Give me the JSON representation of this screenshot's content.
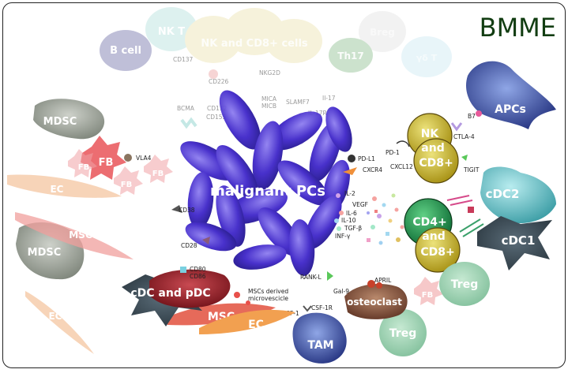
{
  "title": "BMME",
  "center": "malignant PCs",
  "cells": {
    "b_cell": "B cell",
    "nk_t": "NK T",
    "nk_cd8": "NK and CD8+ cells",
    "th17": "Th17",
    "breg": "Breg",
    "gd_t": "γδ T",
    "apcs": "APCs",
    "nk_cd8_right_1": "NK",
    "nk_cd8_right_2": "and",
    "nk_cd8_right_3": "CD8+",
    "cdc2": "cDC2",
    "cdc1": "cDC1",
    "cd4_1": "CD4+",
    "cd4_2": "and",
    "cd4_3": "CD8+",
    "treg_1": "Treg",
    "treg_2": "Treg",
    "fb_right": "FB",
    "osteoclast": "osteoclast",
    "tam": "TAM",
    "ec_bottom": "EC",
    "msc_bottom": "MSC",
    "cdc_pdc": "cDC and pDC",
    "mdsc_top": "MDSC",
    "mdsc_bottom": "MDSC",
    "fb_main": "FB",
    "fb_a": "FB",
    "fb_b": "FB",
    "fb_c": "FB",
    "ec_left_top": "EC",
    "ec_left_bottom": "EC",
    "msc_left": "MSC"
  },
  "molecules": {
    "cd137": "CD137",
    "cd226": "CD226",
    "nkg2d": "NKG2D",
    "mica_micb_1": "MICA",
    "mica_micb_2": "MICB",
    "slamf7": "SLAMF7",
    "il17": "Il-17",
    "il17r": "IL-17R",
    "bcma": "BCMA",
    "cd112": "CD112",
    "cd155": "CD155",
    "b7": "B7",
    "ctla4": "CTLA-4",
    "pd1": "PD-1",
    "pdl1": "PD-L1",
    "cxcl12": "CXCL12",
    "tigit": "TIGIT",
    "cxcr4": "CXCR4",
    "vla4": "VLA4",
    "il2": "IL-2",
    "vegf": "VEGF",
    "il6": "IL-6",
    "il10": "IL-10",
    "tgfb": "TGF-β",
    "infg": "INF-γ",
    "cd38": "CD38",
    "cd28": "CD28",
    "cd80": "CD80",
    "cd86": "CD86",
    "rankl": "RANK-L",
    "gal9": "Gal-9",
    "april": "APRIL",
    "msc_vesicle_1": "MSCs derived",
    "msc_vesicle_2": "microvescicle",
    "csf1r": "CSF-1R",
    "csf1": "CSF-1"
  }
}
